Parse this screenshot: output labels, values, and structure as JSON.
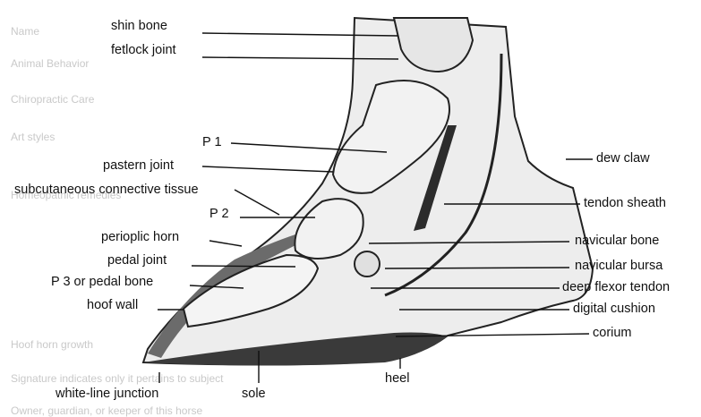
{
  "labels": {
    "shin_bone": "shin bone",
    "fetlock_joint": "fetlock joint",
    "p1": "P 1",
    "pastern_joint": "pastern joint",
    "subcutaneous": "subcutaneous connective tissue",
    "p2": "P 2",
    "perioplic_horn": "perioplic horn",
    "pedal_joint": "pedal joint",
    "p3": "P 3 or pedal bone",
    "hoof_wall": "hoof wall",
    "white_line": "white-line junction",
    "sole": "sole",
    "heel": "heel",
    "dew_claw": "dew claw",
    "tendon_sheath": "tendon sheath",
    "navicular_bone": "navicular bone",
    "navicular_bursa": "navicular bursa",
    "deep_flexor": "deep flexor tendon",
    "digital_cushion": "digital cushion",
    "corium": "corium"
  },
  "background_text": [
    "Name",
    "Animal Behavior",
    "Chiropractic Care",
    "Art styles",
    "Homeopathic remedies",
    "Hoof horn growth",
    "Signature indicates only it pertains to subject",
    "Owner, guardian, or keeper of this horse"
  ],
  "colors": {
    "ink": "#111111",
    "bone": "#e8e8e8",
    "hoof_shade": "#3a3a3a"
  }
}
